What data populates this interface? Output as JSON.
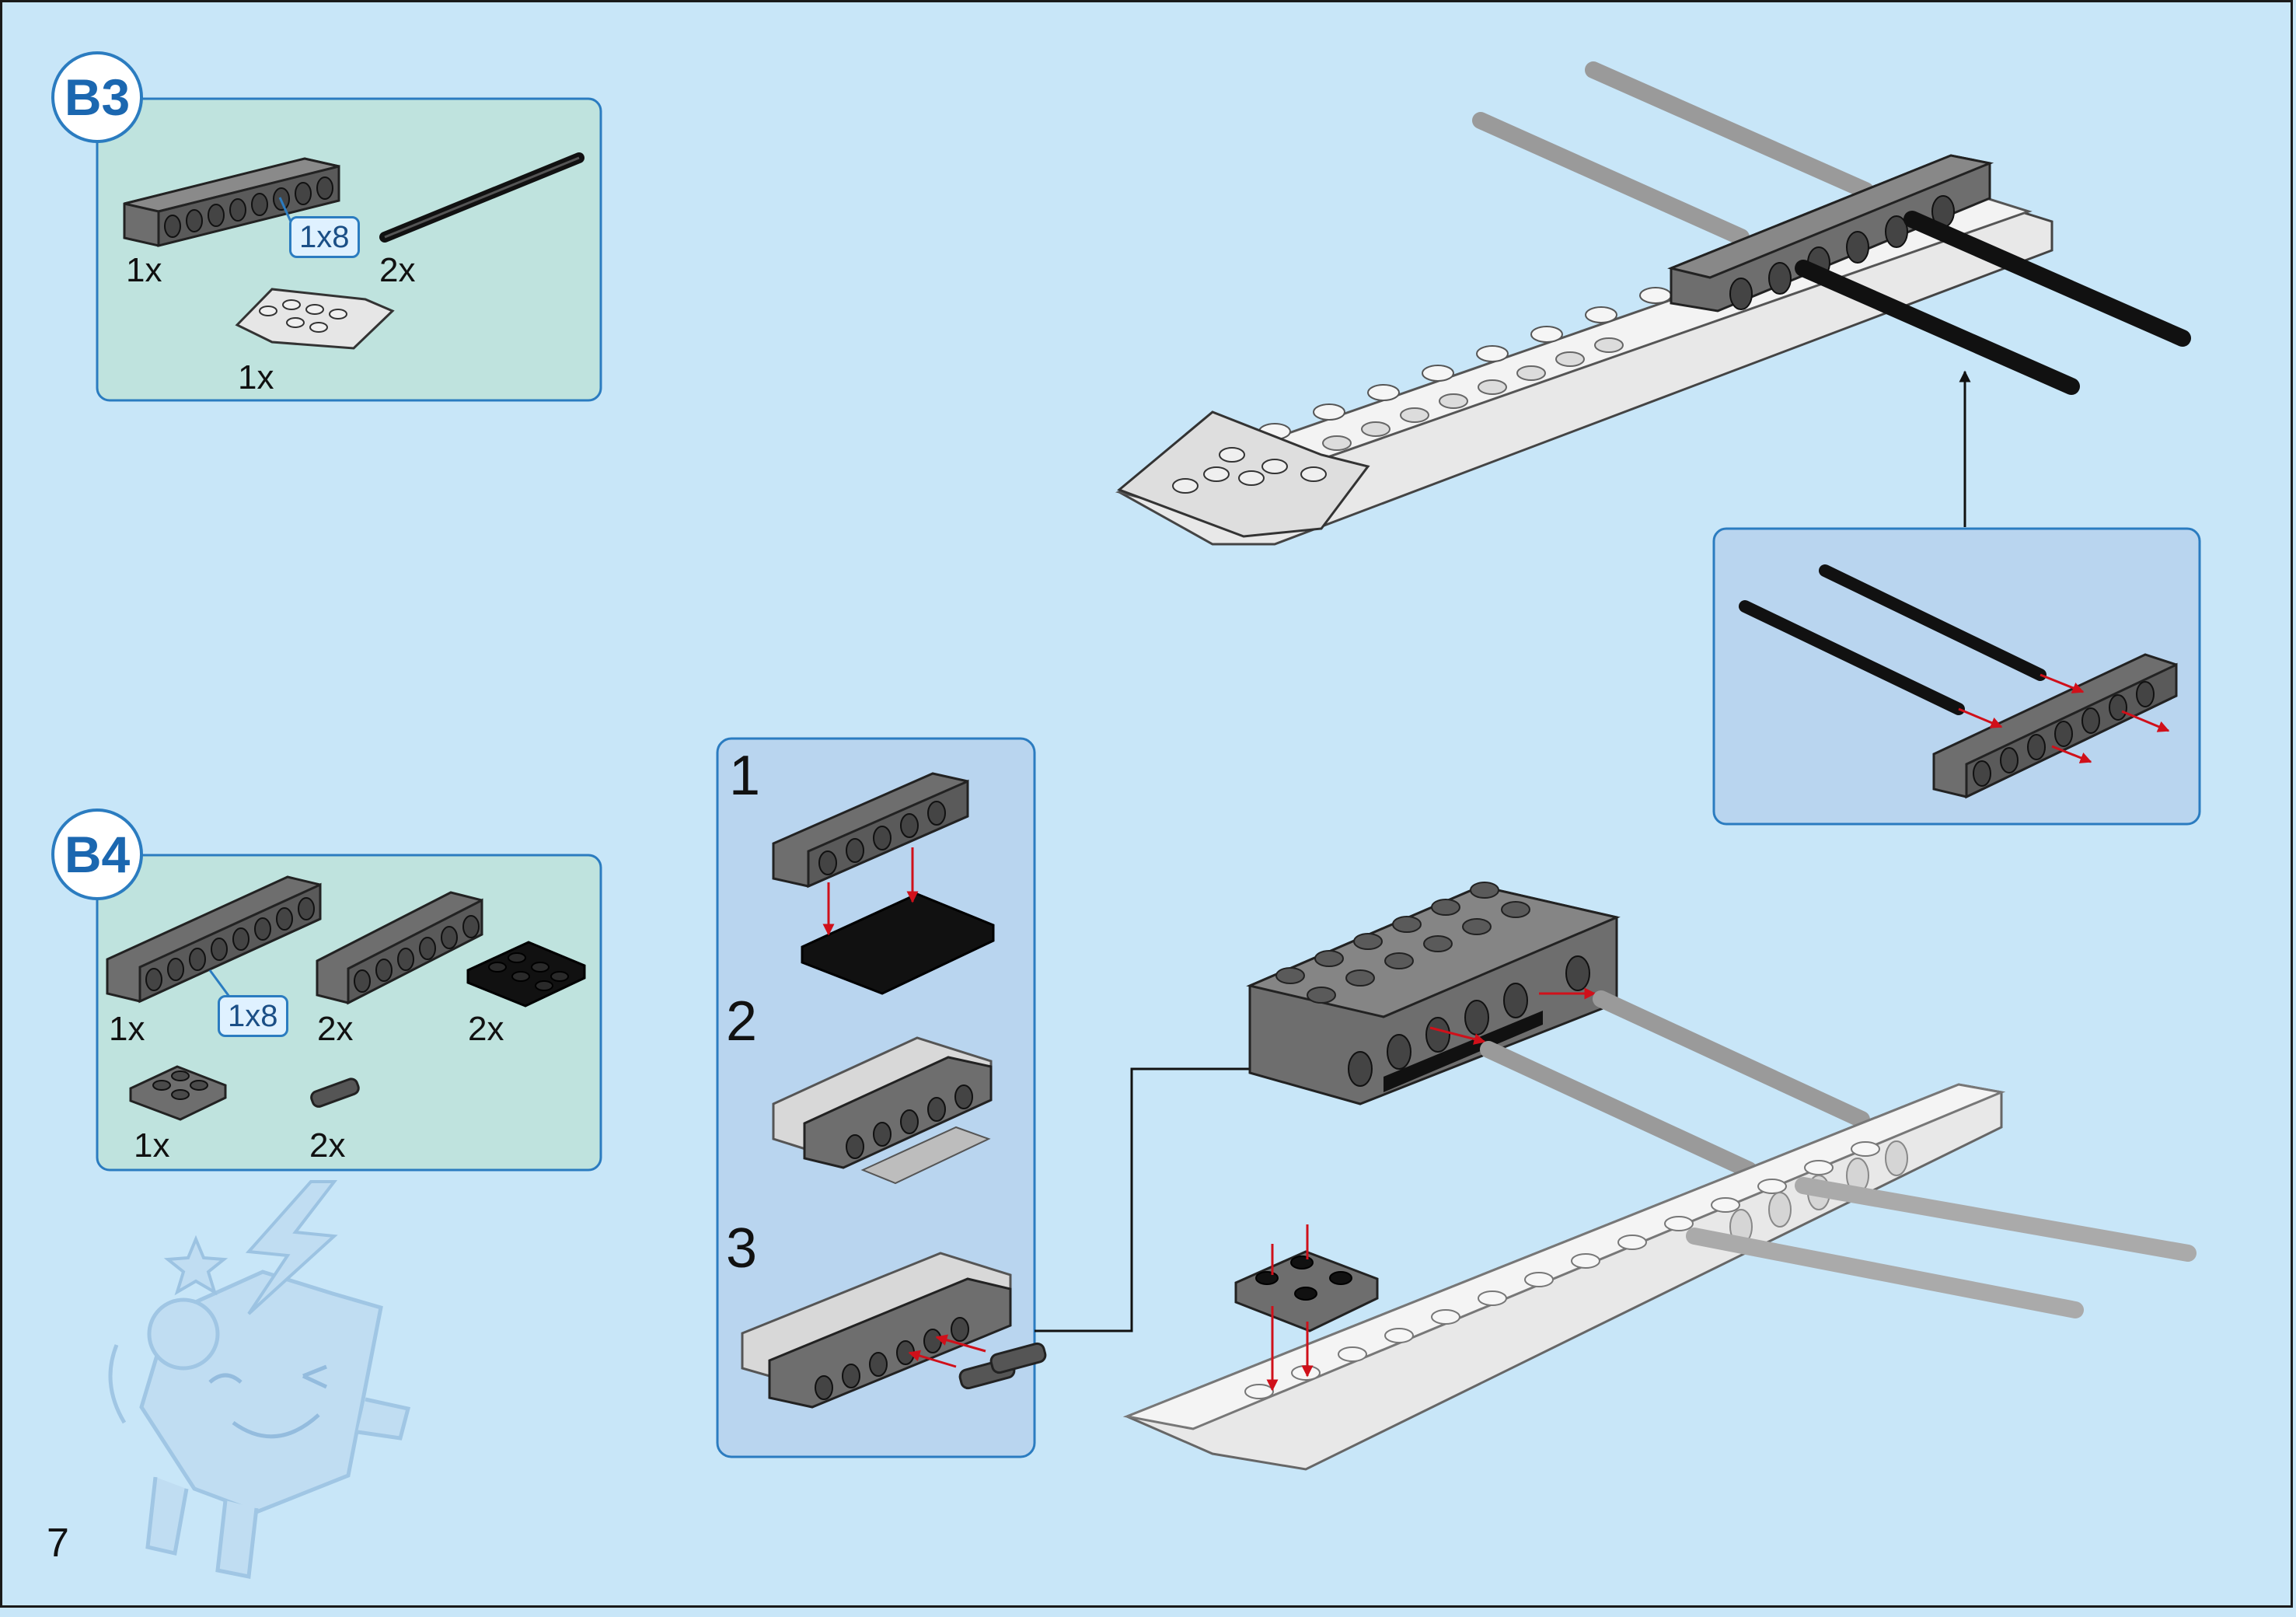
{
  "page": {
    "number": "7"
  },
  "panels": {
    "b3": {
      "badge": "B3",
      "beam_tag": "1x8",
      "qty_beam": "1x",
      "qty_axle": "2x",
      "qty_wedge": "1x"
    },
    "b4": {
      "badge": "B4",
      "beam_tag": "1x8",
      "qty_beam8": "1x",
      "qty_beam6": "2x",
      "qty_plate_black": "2x",
      "qty_plate_grey": "1x",
      "qty_pin": "2x"
    }
  },
  "substeps": {
    "step1": "1",
    "step2": "2",
    "step3": "3"
  },
  "colors": {
    "background": "#c8e6f8",
    "parts_panel": "#bfe3de",
    "callout_panel": "#b9d5ef",
    "border_blue": "#2b7cc0",
    "dark_grey_brick": "#6e6e6e",
    "light_grey_brick": "#e2e2e2",
    "black_part": "#1a1a1a",
    "arrow_red": "#d0101a"
  },
  "icons": [
    "mascot-icon",
    "star-icon",
    "lightning-icon"
  ]
}
